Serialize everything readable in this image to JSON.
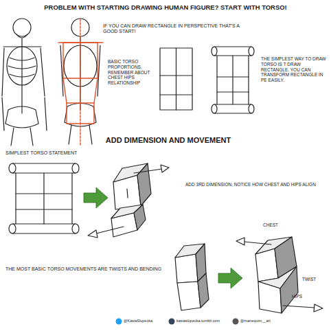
{
  "diagram": {
    "title": "PROBLEM WITH STARTING DRAWING HUMAN FIGURE? START WITH TORSO!",
    "labels": [
      "IF YOU CAN DRAW RECTANGLE IN PERSPECTIVE THAT'S A GOOD START!",
      "BASIC TORSO PROPORTIONS. REMEMBER ABOUT CHEST HIPS RELATIONSHIP",
      "THE SIMPLEST WAY TO DRAW TORSO IS T DRAW RECTANGLE. YOU CAN TRANSFORM RECTANGLE IN PE EASILY.",
      "ADD DIMENSION AND MOVEMENT",
      "SIMPLEST TORSO STATEMENT",
      "ADD 3RD DIMENSION, NOTICE HOW CHEST AND HIPS ALIGN",
      "CHEST",
      "TWIST",
      "HIPS",
      "THE MOST BASIC TORSO MOVEMENTS ARE TWISTS AND BENDING",
      "@KasiaSlupecka",
      "kasiaslupecka.tumblr.com",
      "@manequim__art"
    ]
  }
}
